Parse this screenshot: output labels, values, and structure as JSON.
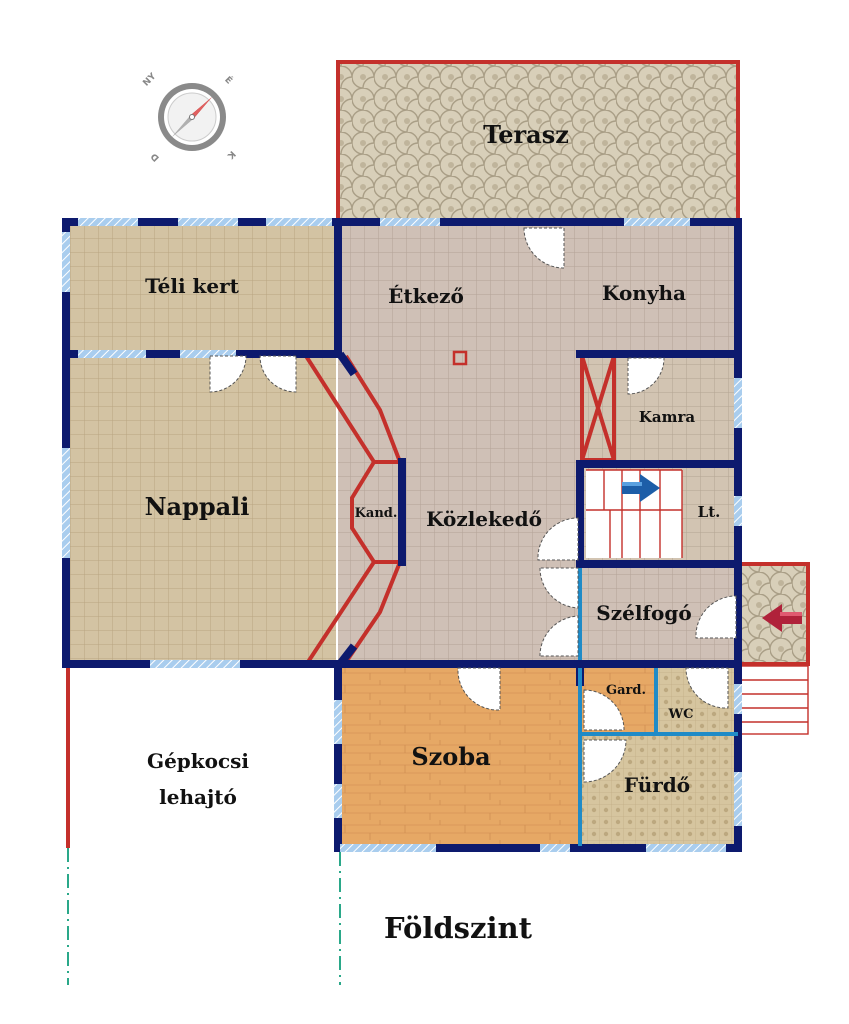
{
  "plan": {
    "title": "Földszint",
    "compass": {
      "labels": [
        "NY",
        "É",
        "D",
        "K"
      ]
    },
    "rooms": {
      "terasz": "Terasz",
      "teli_kert": "Téli kert",
      "etkezo": "Étkező",
      "konyha": "Konyha",
      "kamra": "Kamra",
      "nappali": "Nappali",
      "kand": "Kand.",
      "kozlekedo": "Közlekedő",
      "lt": "Lt.",
      "szelfogo": "Szélfogó",
      "gard": "Gard.",
      "wc": "WC",
      "szoba": "Szoba",
      "furdo": "Fürdő",
      "gepkocsi_line1": "Gépkocsi",
      "gepkocsi_line2": "lehajtó"
    }
  },
  "colors": {
    "wall": "#0d1a6e",
    "red_wall": "#c4302b",
    "window": "#9cc3e6",
    "tile_light": "#cfc0ac",
    "terrace": "#d9cfb7",
    "wood": "#e5a864",
    "partition": "#1f8bc7",
    "axis": "#2aa889"
  }
}
